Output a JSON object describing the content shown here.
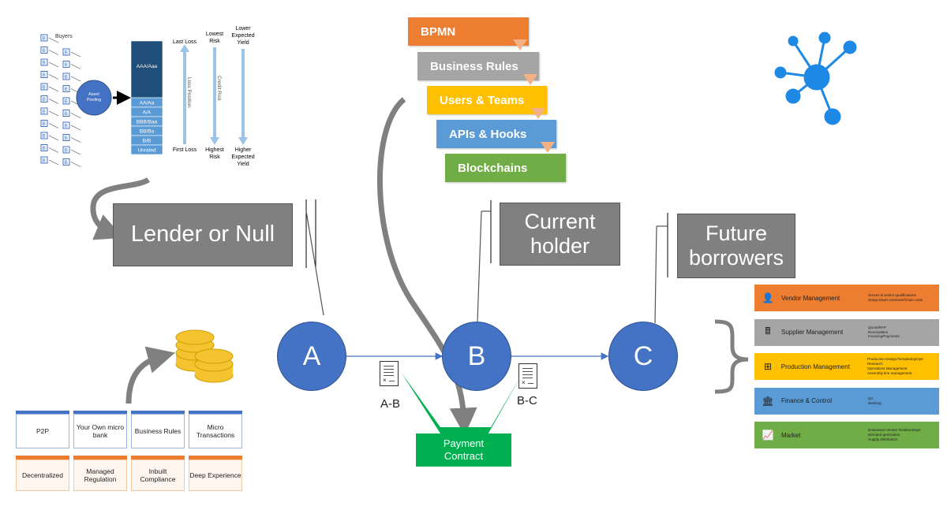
{
  "tranche": {
    "buyers_label": "Buyers",
    "buyer_marker": "B",
    "asset_pooling": "Asset Pooling",
    "tranches": [
      "AAA/Aaa",
      "AA/Aa",
      "A/A",
      "BBB/Baa",
      "BB/Ba",
      "B/B",
      "Unrated"
    ],
    "last_loss": "Last Loss",
    "first_loss": "First Loss",
    "loss_position": "Loss Position",
    "lowest_risk": "Lowest Risk",
    "highest_risk": "Highest Risk",
    "credit_risk": "Credit Risk",
    "lower_yield": "Lower Expected Yield",
    "higher_yield": "Higher Expected Yield"
  },
  "stack": {
    "steps": [
      {
        "label": "BPMN",
        "color": "#ed7d31"
      },
      {
        "label": "Business Rules",
        "color": "#a5a5a5"
      },
      {
        "label": "Users & Teams",
        "color": "#ffc000"
      },
      {
        "label": "APIs & Hooks",
        "color": "#5b9bd5"
      },
      {
        "label": "Blockchains",
        "color": "#70ad47"
      }
    ]
  },
  "roles": {
    "lender": "Lender or Null",
    "current": "Current holder",
    "future": "Future borrowers"
  },
  "nodes": {
    "a": "A",
    "b": "B",
    "c": "C"
  },
  "contracts": {
    "ab": "A-B",
    "bc": "B-C",
    "payment": "Payment Contract"
  },
  "features": {
    "top": [
      "P2P",
      "Your Own micro bank",
      "Business Rules",
      "Micro Transactions"
    ],
    "bottom": [
      "Decentralized",
      "Managed Regulation",
      "Inbuilt Compliance",
      "Deep Experience"
    ]
  },
  "management": [
    {
      "name": "Vendor Management",
      "icon": "person-icon",
      "glyph": "👤",
      "color": "#ed7d31",
      "desc": "Screen & Select qualifications\nSetup smart contracts/Chain code"
    },
    {
      "name": "Supplier Management",
      "icon": "register-icon",
      "glyph": "🖩",
      "color": "#a5a5a5",
      "desc": "Quote/RFP\nReceivables\nInvoicing/Payments"
    },
    {
      "name": "Production Management",
      "icon": "org-chart-icon",
      "glyph": "⊞",
      "color": "#ffc000",
      "desc": "Production Design/Templating/Ops Research\nOperations Management\nAssembly line management"
    },
    {
      "name": "Finance & Control",
      "icon": "bank-icon",
      "glyph": "🏛",
      "color": "#5b9bd5",
      "desc": "QA\nBanking"
    },
    {
      "name": "Market",
      "icon": "trend-chart-icon",
      "glyph": "📈",
      "color": "#70ad47",
      "desc": "Downward Vendor Relationships\nDemand generation\nSupply distribution"
    }
  ],
  "colors": {
    "node": "#4472c4",
    "payment": "#00b050",
    "role_box": "#808080",
    "arrow": "#808080"
  }
}
